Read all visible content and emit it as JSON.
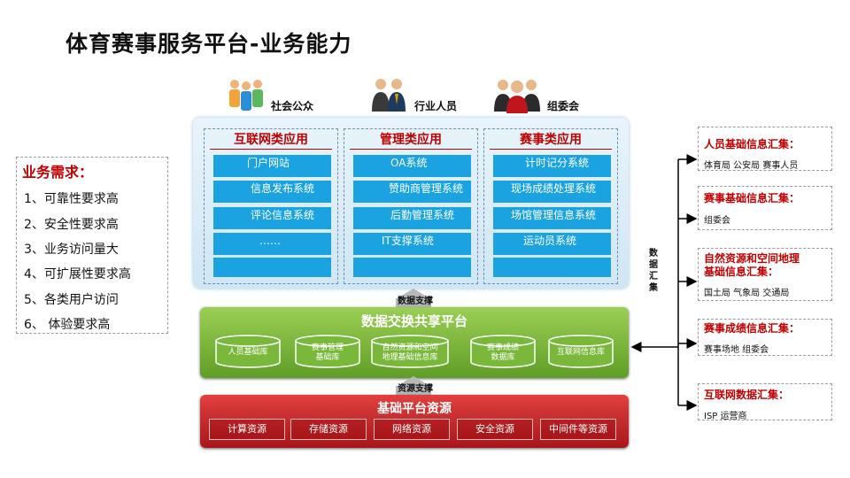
{
  "title": "体育赛事服务平台-业务能力",
  "users": [
    {
      "label": "社会公众"
    },
    {
      "label": "行业人员"
    },
    {
      "label": "组委会"
    }
  ],
  "requirements": {
    "title": "业务需求：",
    "items": [
      "1、可靠性要求高",
      "2、安全性要求高",
      "3、业务访问量大",
      "4、可扩展性要求高",
      "5、各类用户访问",
      "6、 体验要求高"
    ]
  },
  "app_columns": [
    {
      "title": "互联网类应用",
      "items": [
        "门户网站",
        "信息发布系统",
        "评论信息系统",
        "……",
        ""
      ]
    },
    {
      "title": "管理类应用",
      "items": [
        "OA系统",
        "赞助商管理系统",
        "后勤管理系统",
        "IT支撑系统",
        ""
      ]
    },
    {
      "title": "赛事类应用",
      "items": [
        "计时记分系统",
        "现场成绩处理系统",
        "场馆管理信息系统",
        "运动员系统",
        ""
      ]
    }
  ],
  "arrows": {
    "data_support": "数据支撑",
    "resource_support": "资源支撑"
  },
  "exchange": {
    "title": "数据交换共享平台",
    "databases": [
      "人员基础库",
      "赛事管理\n基础库",
      "自然资源和空间\n地理基础信息库",
      "赛事成绩\n数据库",
      "互联网信息库"
    ]
  },
  "base": {
    "title": "基础平台资源",
    "resources": [
      "计算资源",
      "存储资源",
      "网络资源",
      "安全资源",
      "中间件等资源"
    ]
  },
  "aggregation_label": "数据汇集",
  "sources": [
    {
      "title": "人员基础信息汇集：",
      "text": "体育局  公安局  赛事人员"
    },
    {
      "title": "赛事基础信息汇集：",
      "text": "组委会"
    },
    {
      "title": "自然资源和空间地理\n基础信息汇集：",
      "text": "国土局 气象局 交通局"
    },
    {
      "title": "赛事成绩信息汇集：",
      "text": "赛事场地 组委会"
    },
    {
      "title": "互联网数据汇集：",
      "text": "ISP 运营商"
    }
  ],
  "colors": {
    "accent_red": "#c00000",
    "app_bar": "#1aa3e0",
    "exchange_green": "#7ab83c",
    "base_red": "#c62828"
  },
  "icons": [
    "public-users-icon",
    "industry-users-icon",
    "committee-users-icon",
    "database-icon"
  ]
}
